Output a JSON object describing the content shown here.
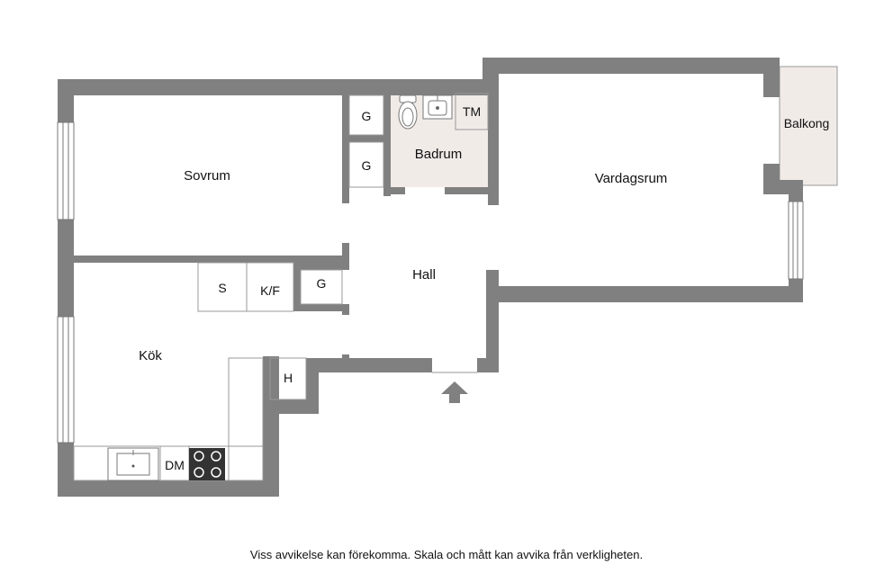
{
  "rooms": {
    "sovrum": "Sovrum",
    "badrum": "Badrum",
    "vardagsrum": "Vardagsrum",
    "balkong": "Balkong",
    "hall": "Hall",
    "kok": "Kök"
  },
  "fixtures": {
    "g_top": "G",
    "g_mid": "G",
    "g_hall": "G",
    "tm": "TM",
    "s": "S",
    "kf": "K/F",
    "h": "H",
    "dm": "DM"
  },
  "icons": {
    "entrance": "arrow-up-icon",
    "stove": "stove-icon",
    "sink": "sink-icon",
    "toilet": "toilet-icon"
  },
  "colors": {
    "wall": "#808080",
    "bathroom_floor": "#f1ebe8",
    "balcony_floor": "#f1ebe8",
    "fixture_outline": "#999999",
    "stove": "#333333"
  },
  "footer": {
    "disclaimer": "Viss avvikelse kan förekomma. Skala och mått kan avvika från verkligheten."
  }
}
